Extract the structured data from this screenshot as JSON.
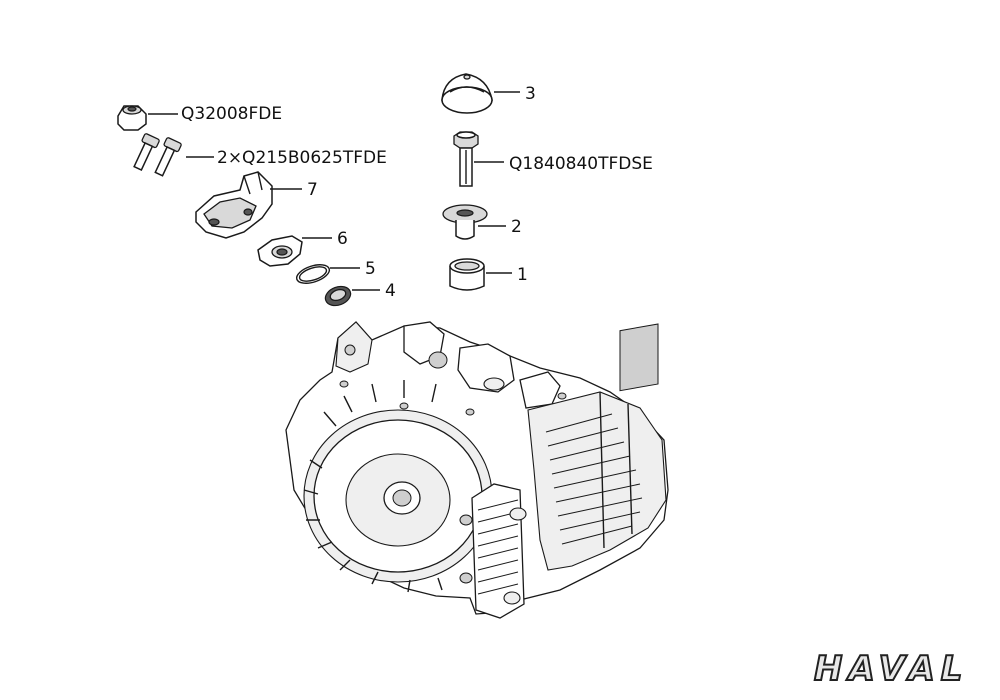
{
  "callouts": {
    "part_q32008fde": "Q32008FDE",
    "part_q215b0625tfde": "2×Q215B0625TFDE",
    "part_7": "7",
    "part_6": "6",
    "part_5": "5",
    "part_4": "4",
    "part_3": "3",
    "part_q1840840tfdse": "Q1840840TFDSE",
    "part_2": "2",
    "part_1": "1"
  },
  "brand": {
    "logo_text": "HAVAL"
  }
}
